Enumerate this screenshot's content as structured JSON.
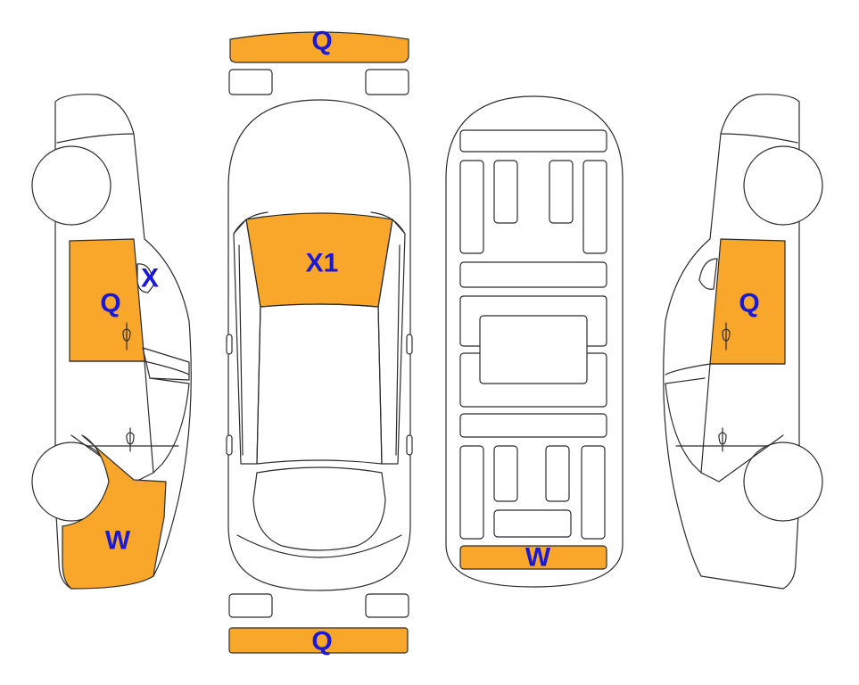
{
  "colors": {
    "damage_fill": "#f9a72b",
    "label_text": "#1a1ad6",
    "outline": "#2b2b2b",
    "background": "#ffffff"
  },
  "markers": {
    "front_bumper": "Q",
    "windshield": "X1",
    "rear_bumper": "Q",
    "rear_bumper_underside": "W",
    "left_front_door": "Q",
    "left_a_pillar": "X",
    "left_front_fender": "W",
    "right_front_door": "Q"
  }
}
